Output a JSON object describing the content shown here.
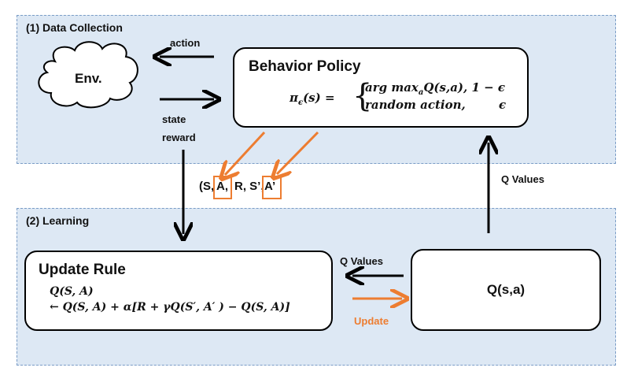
{
  "panels": {
    "data_collection_title": "(1) Data Collection",
    "learning_title": "(2) Learning"
  },
  "env": {
    "label": "Env."
  },
  "behavior_policy": {
    "title": "Behavior Policy",
    "lhs": "π",
    "lhs_sub": "ϵ",
    "lhs_arg": "(s) =",
    "case1": "arg max",
    "case1_sub": "a",
    "case1_rest": "Q(s,a),  1 − ϵ",
    "case2": "random action,",
    "case2_eps": "ϵ"
  },
  "arrows": {
    "action": "action",
    "state": "state",
    "reward": "reward",
    "q_values_up": "Q Values",
    "q_values_left": "Q Values",
    "update": "Update"
  },
  "tuple": {
    "open": "(S,",
    "a": "A,",
    "mid": "R, S’,",
    "a_prime": "A’"
  },
  "update_rule": {
    "title": "Update Rule",
    "line1": "Q(S, A)",
    "line2": "← Q(S, A) + α[R + γQ(S′, A′ )  −  Q(S, A)]"
  },
  "q_table": {
    "label": "Q(s,a)"
  },
  "colors": {
    "panel_bg": "#dde8f4",
    "panel_border": "#7a9cc6",
    "accent_orange": "#ed7d31",
    "arrow_black": "#000000"
  }
}
